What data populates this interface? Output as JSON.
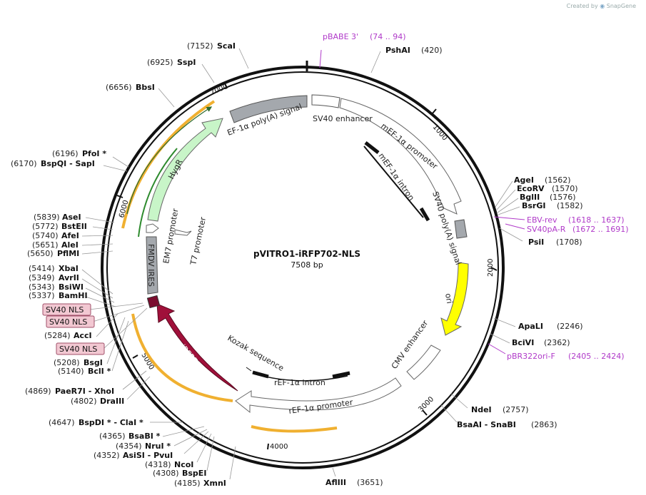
{
  "credit": {
    "prefix": "Created by",
    "brand": "SnapGene"
  },
  "plasmid": {
    "name": "pVITRO1-iRFP702-NLS",
    "length_label": "7508 bp",
    "length": 7508
  },
  "ticks": [
    "1000",
    "2000",
    "3000",
    "4000",
    "5000",
    "6000",
    "7000"
  ],
  "sites_right": [
    {
      "name": "PshAI",
      "pos": "(420)"
    },
    {
      "name": "AgeI",
      "pos": "(1562)"
    },
    {
      "name": "EcoRV",
      "pos": "(1570)"
    },
    {
      "name": "BglII",
      "pos": "(1576)"
    },
    {
      "name": "BsrGI",
      "pos": "(1582)"
    },
    {
      "name": "PsiI",
      "pos": "(1708)"
    },
    {
      "name": "ApaLI",
      "pos": "(2246)"
    },
    {
      "name": "BciVI",
      "pos": "(2362)"
    },
    {
      "name": "NdeI",
      "pos": "(2757)"
    },
    {
      "name": "BsaAI - SnaBI",
      "pos": "(2863)"
    },
    {
      "name": "AflIII",
      "pos": "(3651)"
    }
  ],
  "sites_left": [
    {
      "name": "ScaI",
      "pos": "(7152)"
    },
    {
      "name": "SspI",
      "pos": "(6925)"
    },
    {
      "name": "BbsI",
      "pos": "(6656)"
    },
    {
      "name": "PfoI *",
      "pos": "(6196)"
    },
    {
      "name": "BspQI - SapI",
      "pos": "(6170)"
    },
    {
      "name": "AseI",
      "pos": "(5839)"
    },
    {
      "name": "BstEII",
      "pos": "(5772)"
    },
    {
      "name": "AfeI",
      "pos": "(5740)"
    },
    {
      "name": "AleI",
      "pos": "(5651)"
    },
    {
      "name": "PflMI",
      "pos": "(5650)"
    },
    {
      "name": "XbaI",
      "pos": "(5414)"
    },
    {
      "name": "AvrII",
      "pos": "(5349)"
    },
    {
      "name": "BsiWI",
      "pos": "(5343)"
    },
    {
      "name": "BamHI",
      "pos": "(5337)"
    },
    {
      "name": "AccI",
      "pos": "(5284)"
    },
    {
      "name": "BsgI",
      "pos": "(5208)"
    },
    {
      "name": "BclI *",
      "pos": "(5140)"
    },
    {
      "name": "PaeR7I - XhoI",
      "pos": "(4869)"
    },
    {
      "name": "DraIII",
      "pos": "(4802)"
    },
    {
      "name": "BspDI * - ClaI *",
      "pos": "(4647)"
    },
    {
      "name": "BsaBI *",
      "pos": "(4365)"
    },
    {
      "name": "NruI *",
      "pos": "(4354)"
    },
    {
      "name": "AsiSI - PvuI",
      "pos": "(4352)"
    },
    {
      "name": "NcoI",
      "pos": "(4318)"
    },
    {
      "name": "BspEI",
      "pos": "(4308)"
    },
    {
      "name": "XmnI",
      "pos": "(4185)"
    }
  ],
  "primers": [
    {
      "name": "pBABE 3'",
      "range": "(74 .. 94)"
    },
    {
      "name": "EBV-rev",
      "range": "(1618 .. 1637)"
    },
    {
      "name": "SV40pA-R",
      "range": "(1672 .. 1691)"
    },
    {
      "name": "pBR322ori-F",
      "range": "(2405 .. 2424)"
    }
  ],
  "nls_boxes": [
    "SV40 NLS",
    "SV40 NLS",
    "SV40 NLS"
  ],
  "features": [
    {
      "name": "SV40 enhancer"
    },
    {
      "name": "mEF-1α promoter"
    },
    {
      "name": "mEF-1α intron"
    },
    {
      "name": "SV40 poly(A) signal"
    },
    {
      "name": "ori"
    },
    {
      "name": "CMV enhancer"
    },
    {
      "name": "rEF-1α promoter"
    },
    {
      "name": "rEF-1α intron"
    },
    {
      "name": "Kozak sequence"
    },
    {
      "name": "iRFP702"
    },
    {
      "name": "FMDV IRES"
    },
    {
      "name": "EM7 promoter"
    },
    {
      "name": "T7 promoter"
    },
    {
      "name": "HygR"
    },
    {
      "name": "EF-1α poly(A) signal"
    }
  ],
  "colors": {
    "backbone": "#111111",
    "grey_feature": "#a4a8ad",
    "ori": "#ffff00",
    "irfp": "#a0103a",
    "hygr": "#c8f5c8",
    "orange_orf": "#f0b030",
    "primer": "#b03ac9",
    "nls_fill": "#f2c8d2"
  }
}
